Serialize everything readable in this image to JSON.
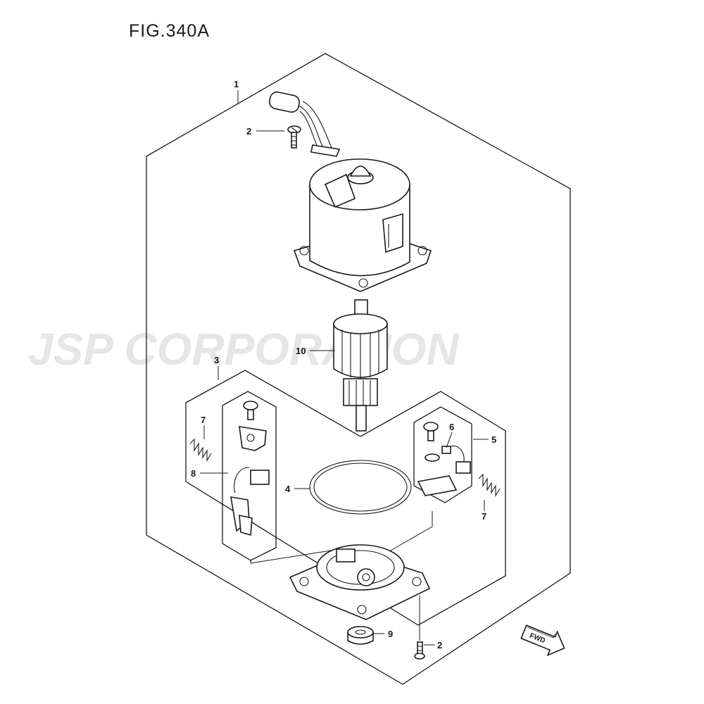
{
  "figure": {
    "title": "FIG.340A"
  },
  "watermark": {
    "text": "JSP CORPORATION"
  },
  "callouts": [
    {
      "id": "c1",
      "number": "1"
    },
    {
      "id": "c2a",
      "number": "2"
    },
    {
      "id": "c10",
      "number": "10"
    },
    {
      "id": "c3",
      "number": "3"
    },
    {
      "id": "c7a",
      "number": "7"
    },
    {
      "id": "c8",
      "number": "8"
    },
    {
      "id": "c4",
      "number": "4"
    },
    {
      "id": "c6",
      "number": "6"
    },
    {
      "id": "c5",
      "number": "5"
    },
    {
      "id": "c7b",
      "number": "7"
    },
    {
      "id": "c9",
      "number": "9"
    },
    {
      "id": "c2b",
      "number": "2"
    }
  ],
  "direction_indicator": {
    "label": "FWD"
  }
}
